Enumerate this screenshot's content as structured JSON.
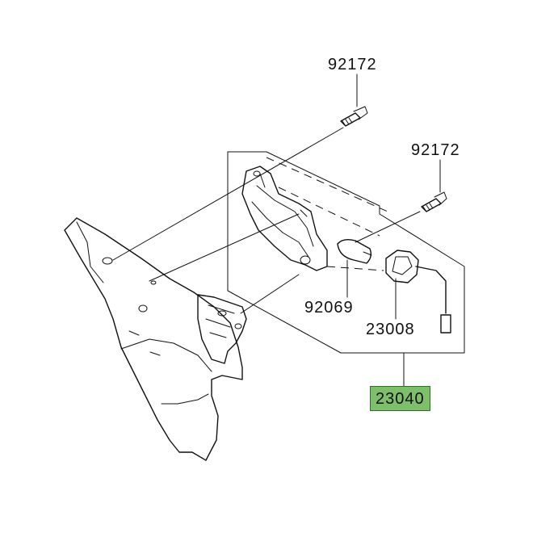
{
  "diagram": {
    "labels": [
      {
        "id": "bolt-top",
        "text": "92172"
      },
      {
        "id": "bolt-right",
        "text": "92172"
      },
      {
        "id": "bulb",
        "text": "92069"
      },
      {
        "id": "socket",
        "text": "23008"
      },
      {
        "id": "assembly",
        "text": "23040"
      }
    ],
    "highlight_color": "#7dbf6b"
  }
}
